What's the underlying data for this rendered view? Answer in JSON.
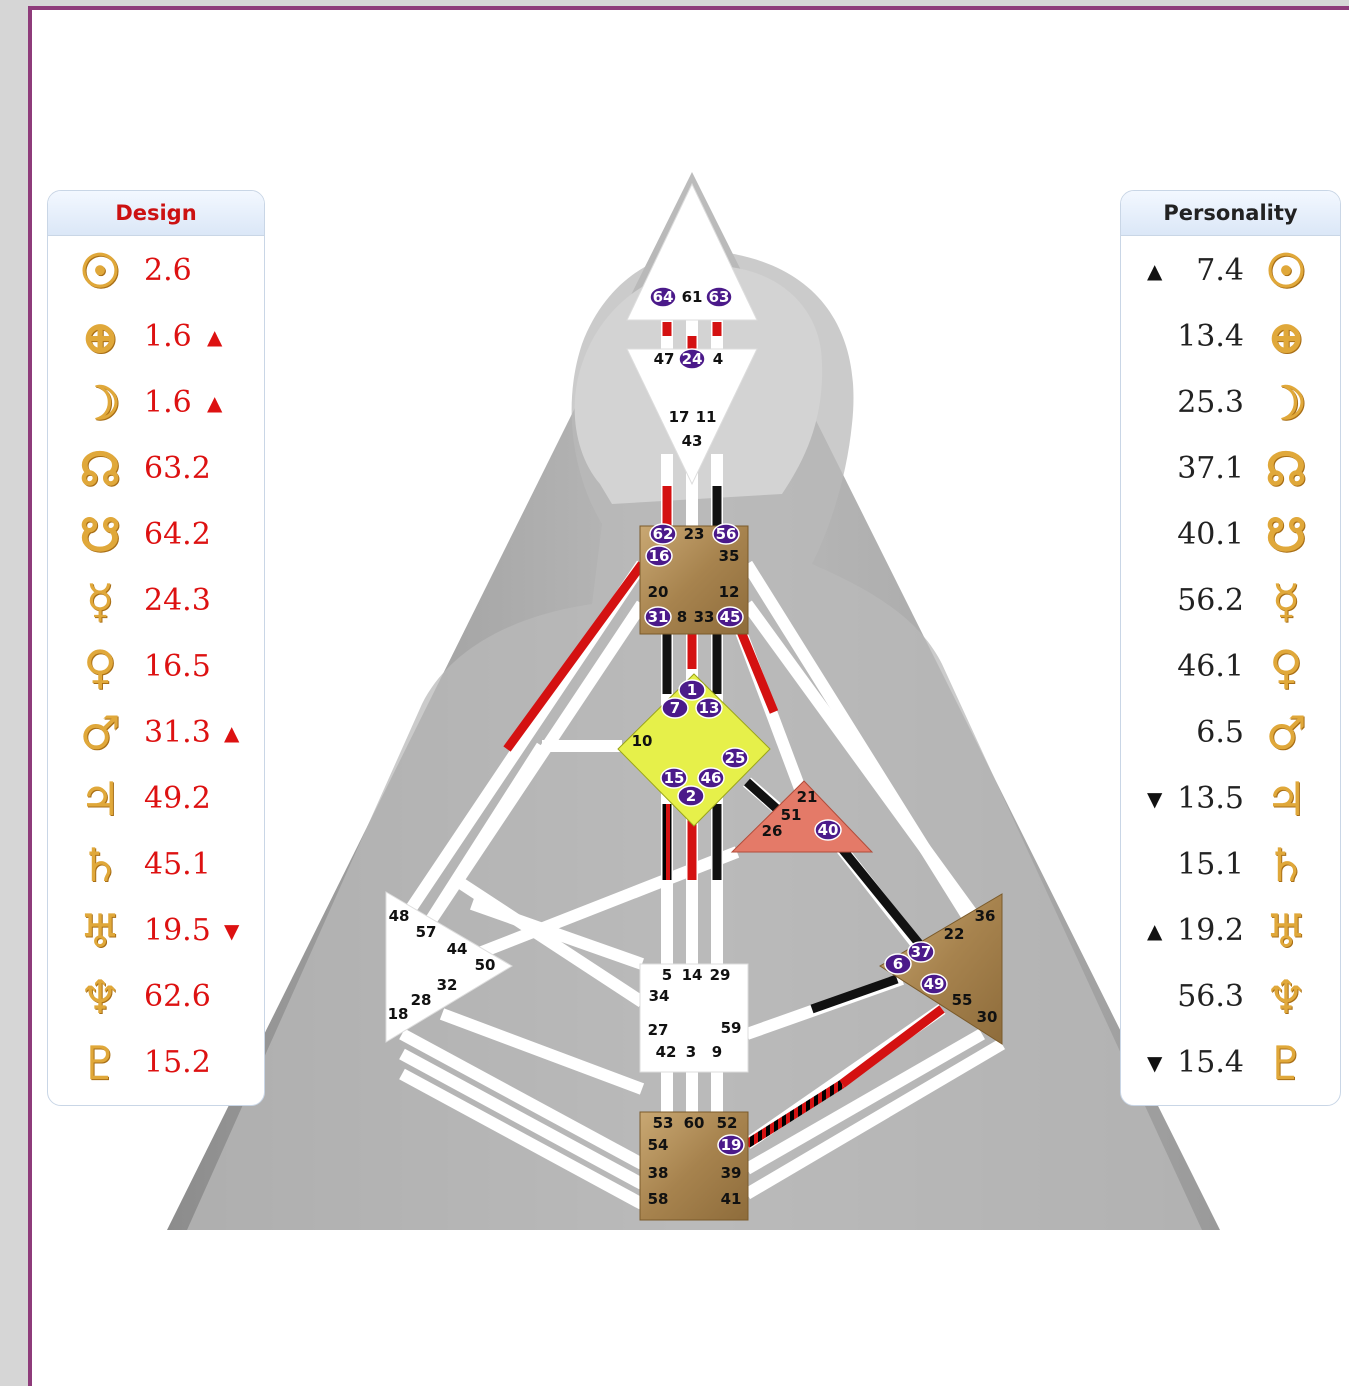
{
  "design": {
    "title": "Design",
    "rows": [
      {
        "planet": "sun-icon",
        "glyph": "☉",
        "value": "2.6",
        "arrow": ""
      },
      {
        "planet": "earth-icon",
        "glyph": "⊕",
        "value": "1.6",
        "arrow": "▲"
      },
      {
        "planet": "moon-icon",
        "glyph": "☽",
        "value": "1.6",
        "arrow": "▲"
      },
      {
        "planet": "north-node-icon",
        "glyph": "☊",
        "value": "63.2",
        "arrow": ""
      },
      {
        "planet": "south-node-icon",
        "glyph": "☋",
        "value": "64.2",
        "arrow": ""
      },
      {
        "planet": "mercury-icon",
        "glyph": "☿",
        "value": "24.3",
        "arrow": ""
      },
      {
        "planet": "venus-icon",
        "glyph": "♀",
        "value": "16.5",
        "arrow": ""
      },
      {
        "planet": "mars-icon",
        "glyph": "♂",
        "value": "31.3",
        "arrow": "▲"
      },
      {
        "planet": "jupiter-icon",
        "glyph": "♃",
        "value": "49.2",
        "arrow": ""
      },
      {
        "planet": "saturn-icon",
        "glyph": "♄",
        "value": "45.1",
        "arrow": ""
      },
      {
        "planet": "uranus-icon",
        "glyph": "♅",
        "value": "19.5",
        "arrow": "▼"
      },
      {
        "planet": "neptune-icon",
        "glyph": "♆",
        "value": "62.6",
        "arrow": ""
      },
      {
        "planet": "pluto-icon",
        "glyph": "♇",
        "value": "15.2",
        "arrow": ""
      }
    ]
  },
  "personality": {
    "title": "Personality",
    "rows": [
      {
        "planet": "sun-icon",
        "glyph": "☉",
        "value": "7.4",
        "arrow": "▲"
      },
      {
        "planet": "earth-icon",
        "glyph": "⊕",
        "value": "13.4",
        "arrow": ""
      },
      {
        "planet": "moon-icon",
        "glyph": "☽",
        "value": "25.3",
        "arrow": ""
      },
      {
        "planet": "north-node-icon",
        "glyph": "☊",
        "value": "37.1",
        "arrow": ""
      },
      {
        "planet": "south-node-icon",
        "glyph": "☋",
        "value": "40.1",
        "arrow": ""
      },
      {
        "planet": "mercury-icon",
        "glyph": "☿",
        "value": "56.2",
        "arrow": ""
      },
      {
        "planet": "venus-icon",
        "glyph": "♀",
        "value": "46.1",
        "arrow": ""
      },
      {
        "planet": "mars-icon",
        "glyph": "♂",
        "value": "6.5",
        "arrow": ""
      },
      {
        "planet": "jupiter-icon",
        "glyph": "♃",
        "value": "13.5",
        "arrow": "▼"
      },
      {
        "planet": "saturn-icon",
        "glyph": "♄",
        "value": "15.1",
        "arrow": ""
      },
      {
        "planet": "uranus-icon",
        "glyph": "♅",
        "value": "19.2",
        "arrow": "▲"
      },
      {
        "planet": "neptune-icon",
        "glyph": "♆",
        "value": "56.3",
        "arrow": ""
      },
      {
        "planet": "pluto-icon",
        "glyph": "♇",
        "value": "15.4",
        "arrow": "▼"
      }
    ]
  },
  "colors": {
    "design": "#dd1111",
    "personality": "#111111",
    "activated_gate": "#4b1a8a",
    "head_fill": "#ffffff",
    "throat_fill": "#b8955f",
    "g_center_fill": "#e6f04a",
    "ego_fill": "#e47a68",
    "solar_plexus_fill": "#b8955f",
    "root_fill": "#b8955f",
    "frame_border": "#8e3b7a"
  },
  "bodygraph": {
    "activated_gates": [
      "64",
      "63",
      "24",
      "62",
      "56",
      "16",
      "31",
      "45",
      "1",
      "7",
      "13",
      "25",
      "15",
      "46",
      "2",
      "40",
      "6",
      "37",
      "49",
      "19"
    ],
    "centers": {
      "head": {
        "gates": [
          "64",
          "61",
          "63"
        ]
      },
      "ajna": {
        "gates": [
          "47",
          "24",
          "4",
          "17",
          "11",
          "43"
        ]
      },
      "throat": {
        "gates": [
          "62",
          "23",
          "56",
          "16",
          "35",
          "20",
          "12",
          "31",
          "8",
          "33",
          "45"
        ]
      },
      "g": {
        "gates": [
          "1",
          "7",
          "13",
          "10",
          "25",
          "15",
          "46",
          "2"
        ]
      },
      "ego": {
        "gates": [
          "21",
          "51",
          "26",
          "40"
        ]
      },
      "spleen": {
        "gates": [
          "48",
          "57",
          "44",
          "50",
          "32",
          "28",
          "18"
        ]
      },
      "sacral": {
        "gates": [
          "5",
          "14",
          "29",
          "34",
          "27",
          "59",
          "42",
          "3",
          "9"
        ]
      },
      "solar_plexus": {
        "gates": [
          "36",
          "22",
          "6",
          "37",
          "49",
          "55",
          "30"
        ]
      },
      "root": {
        "gates": [
          "53",
          "60",
          "52",
          "54",
          "19",
          "38",
          "39",
          "58",
          "41"
        ]
      }
    }
  }
}
